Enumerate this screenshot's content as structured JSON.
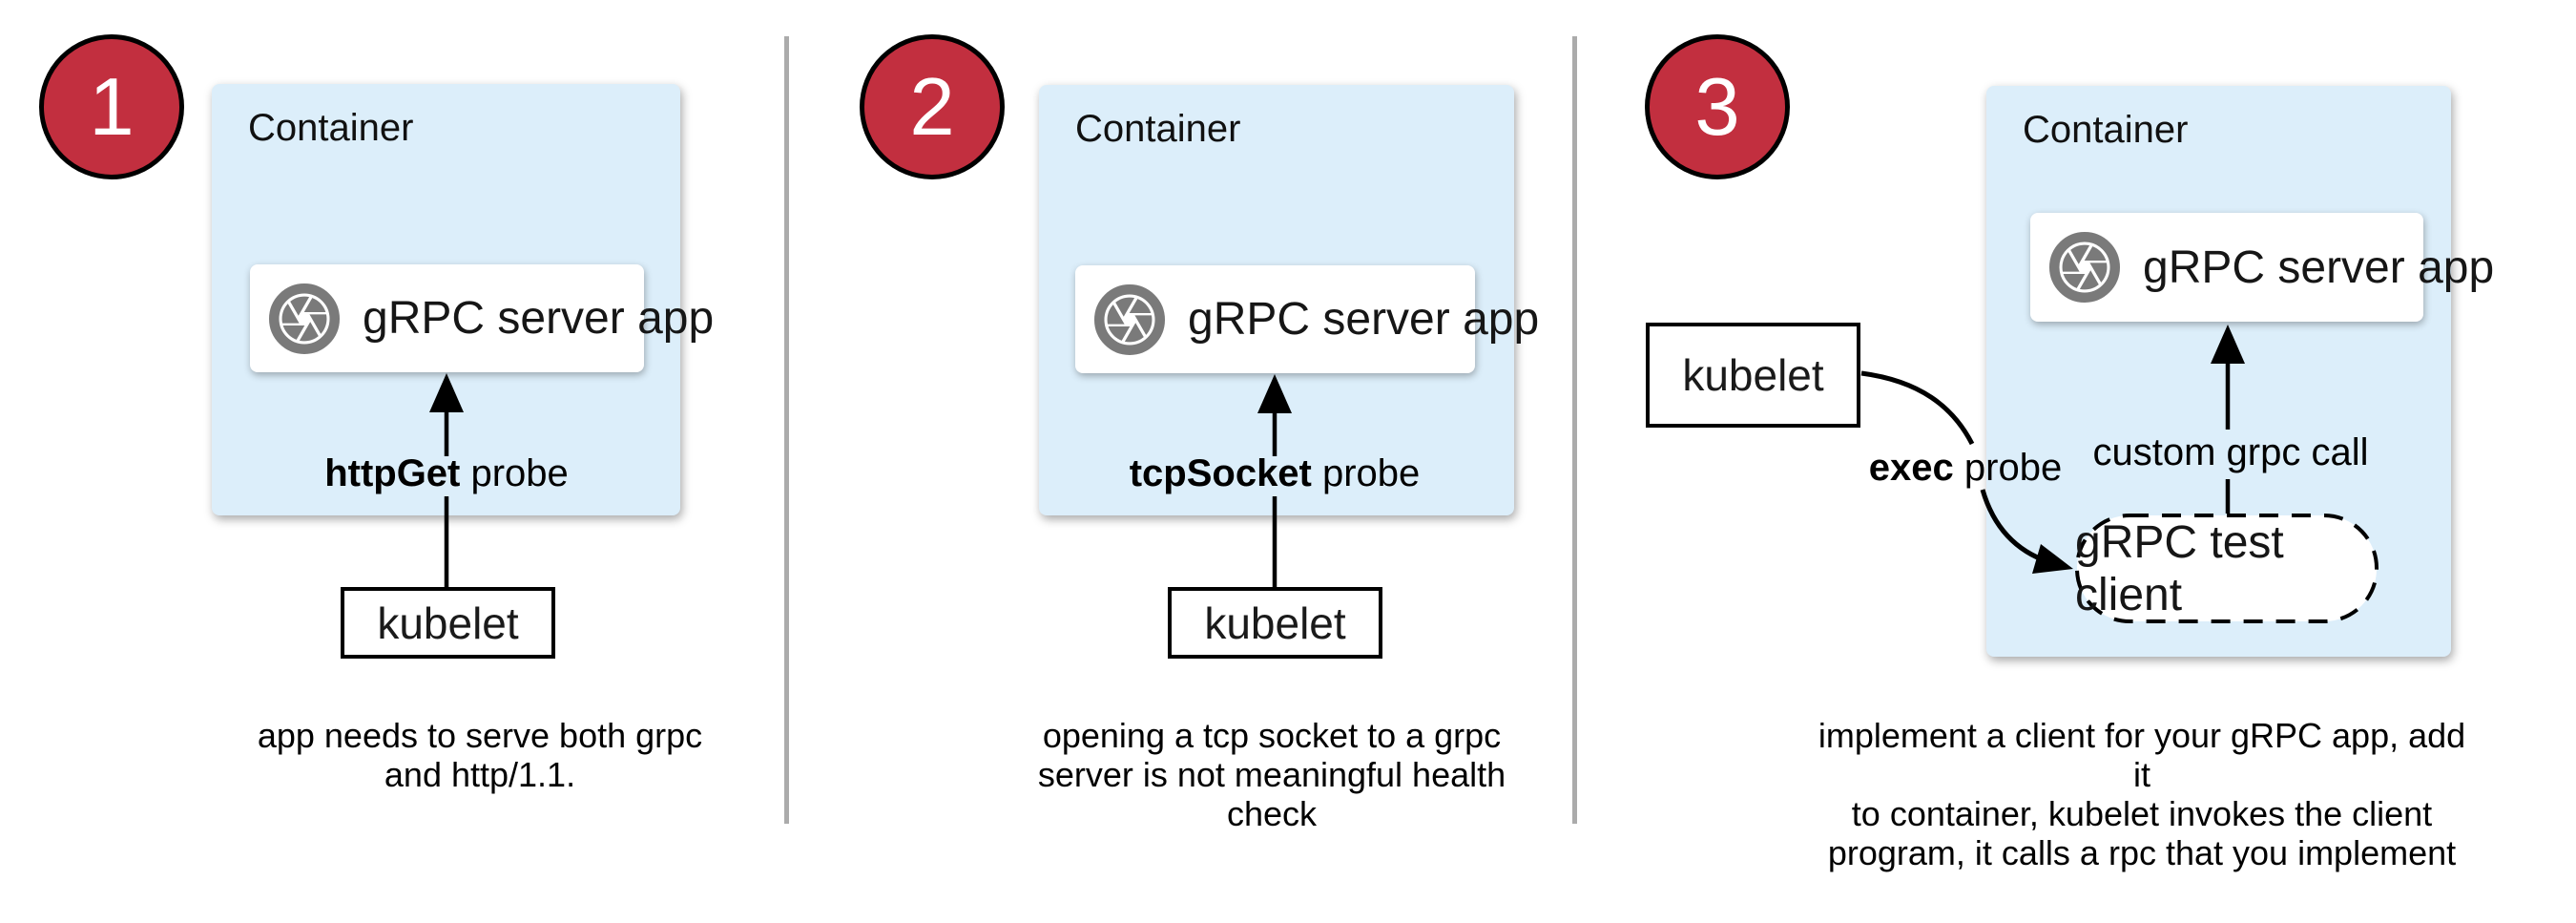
{
  "colors": {
    "circle_red": "#c22f3f",
    "container_blue": "#dceefa",
    "icon_gray": "#7a7a7a",
    "divider_gray": "#ababab",
    "ink": "#1a1a1a"
  },
  "panels": [
    {
      "number": "1",
      "container_label": "Container",
      "app": {
        "label": "gRPC server app",
        "icon": "camera-aperture-icon"
      },
      "probe": {
        "bold": "httpGet",
        "rest": " probe"
      },
      "kubelet_label": "kubelet",
      "caption_lines": [
        "app needs to serve both grpc",
        "and http/1.1."
      ]
    },
    {
      "number": "2",
      "container_label": "Container",
      "app": {
        "label": "gRPC server app",
        "icon": "camera-aperture-icon"
      },
      "probe": {
        "bold": "tcpSocket",
        "rest": " probe"
      },
      "kubelet_label": "kubelet",
      "caption_lines": [
        "opening a tcp socket to a grpc",
        "server is not meaningful health",
        "check"
      ]
    },
    {
      "number": "3",
      "container_label": "Container",
      "app": {
        "label": "gRPC server app",
        "icon": "camera-aperture-icon"
      },
      "probe": {
        "bold": "exec",
        "rest": " probe"
      },
      "kubelet_label": "kubelet",
      "labels": {
        "custom_call": "custom grpc call",
        "test_client": "gRPC test client"
      },
      "caption_lines": [
        "implement a client for your gRPC app, add it",
        "to container, kubelet invokes the client",
        "program, it calls a rpc that you implement"
      ]
    }
  ]
}
